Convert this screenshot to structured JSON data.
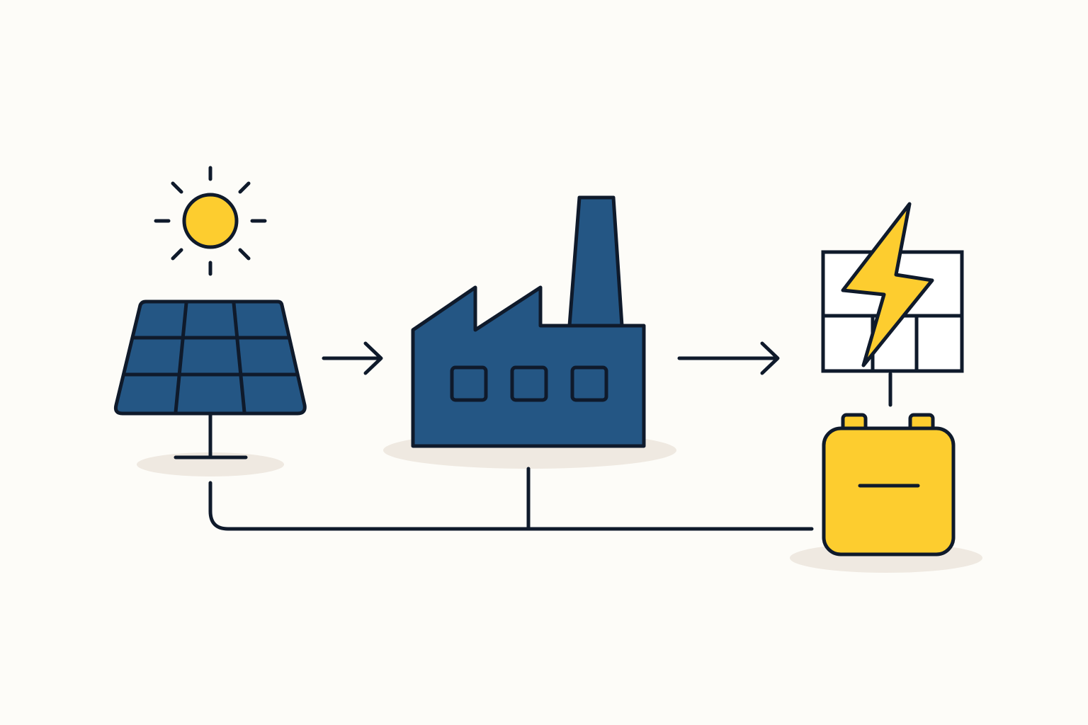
{
  "diagram": {
    "nodes": [
      {
        "id": "sun",
        "icon": "sun-icon"
      },
      {
        "id": "solar-panel",
        "icon": "solar-panel-icon"
      },
      {
        "id": "factory",
        "icon": "factory-icon"
      },
      {
        "id": "power-grid",
        "icon": "lightning-grid-icon"
      },
      {
        "id": "battery",
        "icon": "battery-icon"
      }
    ],
    "edges": [
      {
        "from": "solar-panel",
        "to": "factory",
        "style": "arrow"
      },
      {
        "from": "factory",
        "to": "power-grid",
        "style": "arrow"
      },
      {
        "from": "power-grid",
        "to": "battery",
        "style": "line"
      },
      {
        "from": "solar-panel",
        "to": "battery",
        "style": "line"
      },
      {
        "from": "factory",
        "to": "battery",
        "style": "line"
      }
    ]
  },
  "colors": {
    "background": "#fdfcf8",
    "stroke": "#0f1a2b",
    "navy": "#245684",
    "yellow": "#fdcd2f",
    "shadow": "#efe9e1"
  }
}
